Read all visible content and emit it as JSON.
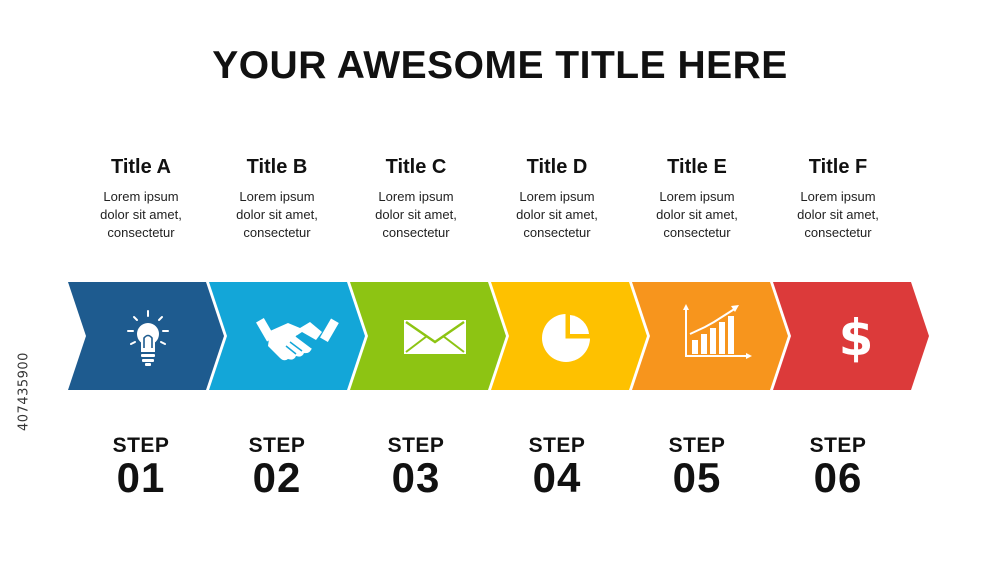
{
  "title": "YOUR AWESOME TITLE HERE",
  "watermark_id": "407435900",
  "steps": [
    {
      "title": "Title A",
      "desc": [
        "Lorem ipsum",
        "dolor sit amet,",
        "consectetur"
      ],
      "label": "STEP",
      "number": "01",
      "color": "#1e5b8f",
      "icon": "lightbulb-icon"
    },
    {
      "title": "Title B",
      "desc": [
        "Lorem ipsum",
        "dolor sit amet,",
        "consectetur"
      ],
      "label": "STEP",
      "number": "02",
      "color": "#13a6d8",
      "icon": "handshake-icon"
    },
    {
      "title": "Title C",
      "desc": [
        "Lorem ipsum",
        "dolor sit amet,",
        "consectetur"
      ],
      "label": "STEP",
      "number": "03",
      "color": "#8dc413",
      "icon": "envelope-icon"
    },
    {
      "title": "Title D",
      "desc": [
        "Lorem ipsum",
        "dolor sit amet,",
        "consectetur"
      ],
      "label": "STEP",
      "number": "04",
      "color": "#fec100",
      "icon": "pie-chart-icon"
    },
    {
      "title": "Title E",
      "desc": [
        "Lorem ipsum",
        "dolor sit amet,",
        "consectetur"
      ],
      "label": "STEP",
      "number": "05",
      "color": "#f7951d",
      "icon": "bar-chart-icon"
    },
    {
      "title": "Title F",
      "desc": [
        "Lorem ipsum",
        "dolor sit amet,",
        "consectetur"
      ],
      "label": "STEP",
      "number": "06",
      "color": "#dc3a3a",
      "icon": "dollar-icon"
    }
  ]
}
